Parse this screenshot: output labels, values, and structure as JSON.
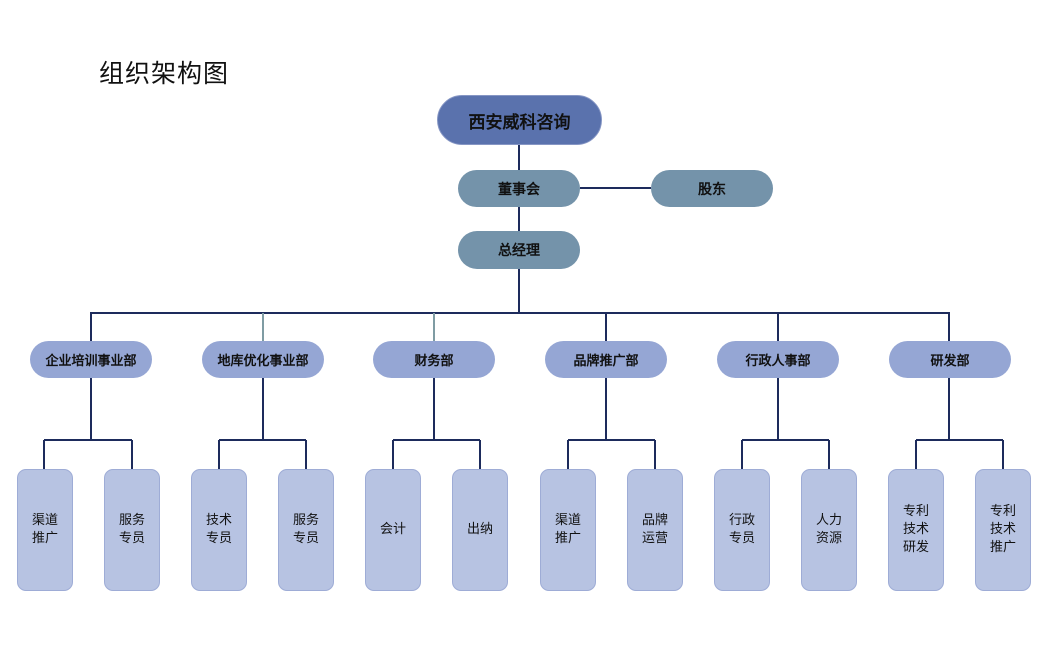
{
  "title": "组织架构图",
  "root": {
    "label": "西安威科咨询"
  },
  "board": {
    "label": "董事会"
  },
  "shareholders": {
    "label": "股东"
  },
  "general_manager": {
    "label": "总经理"
  },
  "departments": [
    {
      "name": "企业培训事业部",
      "children": [
        "渠道\n推广",
        "服务\n专员"
      ]
    },
    {
      "name": "地库优化事业部",
      "children": [
        "技术\n专员",
        "服务\n专员"
      ]
    },
    {
      "name": "财务部",
      "children": [
        "会计",
        "出纳"
      ]
    },
    {
      "name": "品牌推广部",
      "children": [
        "渠道\n推广",
        "品牌\n运营"
      ]
    },
    {
      "name": "行政人事部",
      "children": [
        "行政\n专员",
        "人力\n资源"
      ]
    },
    {
      "name": "研发部",
      "children": [
        "专利\n技术\n研发",
        "专利\n技术\n推广"
      ]
    }
  ],
  "colors": {
    "root_fill": "#5a72ad",
    "exec_fill": "#7493aa",
    "dept_fill": "#95a6d4",
    "leaf_fill": "#b7c3e2",
    "line": "#1d2b5c"
  }
}
